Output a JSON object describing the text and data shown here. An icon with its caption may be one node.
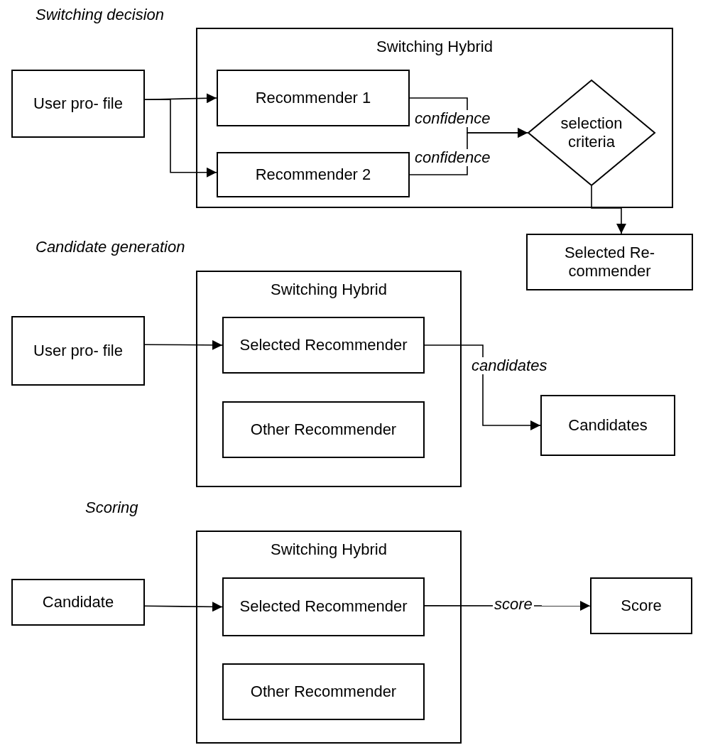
{
  "diagram": {
    "nodes": [
      {
        "text": [
          "User pro- file"
        ]
      },
      {
        "text": [
          "Switching Hybrid"
        ]
      },
      {
        "text": [
          "Recommender 1"
        ],
        "in": 1
      },
      {
        "text": [
          "Recommender 2"
        ],
        "in": 1
      },
      {
        "text": [
          "selection criteria"
        ],
        "in": 1
      },
      {
        "text": [
          "Selected Re- commender"
        ]
      },
      {
        "text": [
          "User pro- file"
        ]
      },
      {
        "text": [
          "Switching Hybrid"
        ]
      },
      {
        "text": [
          "Selected Recommender"
        ],
        "in": 7
      },
      {
        "text": [
          "Other Recommender"
        ],
        "in": 7
      },
      {
        "text": [
          "Candidates"
        ]
      },
      {
        "text": [
          "Candidate"
        ]
      },
      {
        "text": [
          "Switching Hybrid"
        ]
      },
      {
        "text": [
          "Selected Recommender"
        ],
        "in": 12
      },
      {
        "text": [
          "Other Recommender"
        ],
        "in": 12
      },
      {
        "text": [
          "Score"
        ]
      }
    ],
    "edges": [
      {
        "from": 0,
        "to": 2,
        "arrow": "to"
      },
      {
        "from": 0,
        "to": 3,
        "arrow": "to"
      },
      {
        "from": 2,
        "to": 4,
        "label": "confidence",
        "arrow": "to"
      },
      {
        "from": 3,
        "to": 4,
        "label": "confidence",
        "arrow": "to"
      },
      {
        "from": 4,
        "to": 5,
        "arrow": "to"
      },
      {
        "from": 6,
        "to": 8,
        "arrow": "to"
      },
      {
        "from": 8,
        "to": 10,
        "label": "candidates",
        "arrow": "to"
      },
      {
        "from": 11,
        "to": 13,
        "arrow": "to"
      },
      {
        "from": 13,
        "to": 15,
        "label": "score",
        "arrow": "to"
      }
    ],
    "labels": [
      "Switching decision",
      "Candidate generation",
      "Scoring"
    ]
  }
}
